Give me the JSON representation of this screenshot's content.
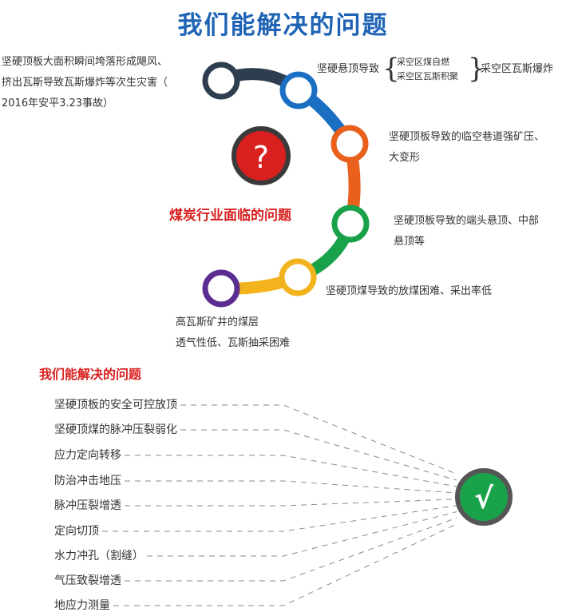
{
  "header": {
    "title": "我们能解决的问题"
  },
  "problems": {
    "center_label": "煤炭行业面临的问题",
    "question_mark": "?",
    "items": [
      {
        "lines": [
          "坚硬顶板大面积瞬间垮落形成飓风、",
          "挤出瓦斯导致瓦斯爆炸等次生灾害（",
          "2016年安平3.23事故）"
        ],
        "color": "#2e3e4f"
      },
      {
        "prefix": "坚硬悬顶导致",
        "branch": [
          "采空区煤自燃",
          "采空区瓦斯积聚"
        ],
        "suffix": "采空区瓦斯爆炸",
        "color": "#1a6fc2"
      },
      {
        "lines": [
          "坚硬顶板导致的临空巷道强矿压、",
          "大变形"
        ],
        "color": "#e8601c"
      },
      {
        "lines": [
          "坚硬顶板导致的端头悬顶、中部",
          "悬顶等"
        ],
        "color": "#1aa24b"
      },
      {
        "lines": [
          "坚硬顶煤导致的放煤困难、采出率低"
        ],
        "color": "#f2b31c"
      },
      {
        "lines": [
          "高瓦斯矿井的煤层",
          "透气性低、瓦斯抽采困难"
        ],
        "color": "#5c2d91"
      }
    ]
  },
  "solutions": {
    "title": "我们能解决的问题",
    "check_mark": "√",
    "check_color": "#1aa24b",
    "items": [
      "坚硬顶板的安全可控放顶",
      "坚硬顶煤的脉冲压裂弱化",
      "应力定向转移",
      "防治冲击地压",
      "脉冲压裂增透",
      "定向切顶",
      "水力冲孔（割缝）",
      "气压致裂增透",
      "地应力测量"
    ]
  }
}
